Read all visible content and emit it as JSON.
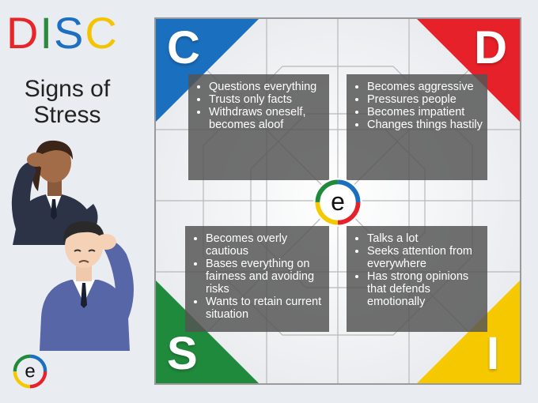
{
  "title": {
    "letters": [
      {
        "char": "D",
        "color": "#e8262a"
      },
      {
        "char": "I",
        "color": "#2b8a3e"
      },
      {
        "char": "S",
        "color": "#1d6fc1"
      },
      {
        "char": "C",
        "color": "#f2c500"
      }
    ],
    "subtitle_line1": "Signs of",
    "subtitle_line2": "Stress"
  },
  "quadrants": {
    "c": {
      "letter": "C",
      "color": "#1a6fbe",
      "items": [
        "Questions everything",
        "Trusts only facts",
        "Withdraws oneself, becomes aloof"
      ]
    },
    "d": {
      "letter": "D",
      "color": "#e62129",
      "items": [
        "Becomes aggressive",
        "Pressures people",
        "Becomes impatient",
        "Changes things hastily"
      ]
    },
    "s": {
      "letter": "S",
      "color": "#1f8a3b",
      "items": [
        "Becomes overly cautious",
        "Bases everything on fairness and avoiding risks",
        "Wants to retain current situation"
      ]
    },
    "i": {
      "letter": "I",
      "color": "#f5c800",
      "items": [
        "Talks a lot",
        "Seeks attention from everywhere",
        "Has strong opinions that defends emotionally"
      ]
    }
  },
  "logo": {
    "glyph": "e",
    "ring_colors": [
      "#e62129",
      "#f5c800",
      "#1f8a3b",
      "#1a6fbe"
    ]
  }
}
